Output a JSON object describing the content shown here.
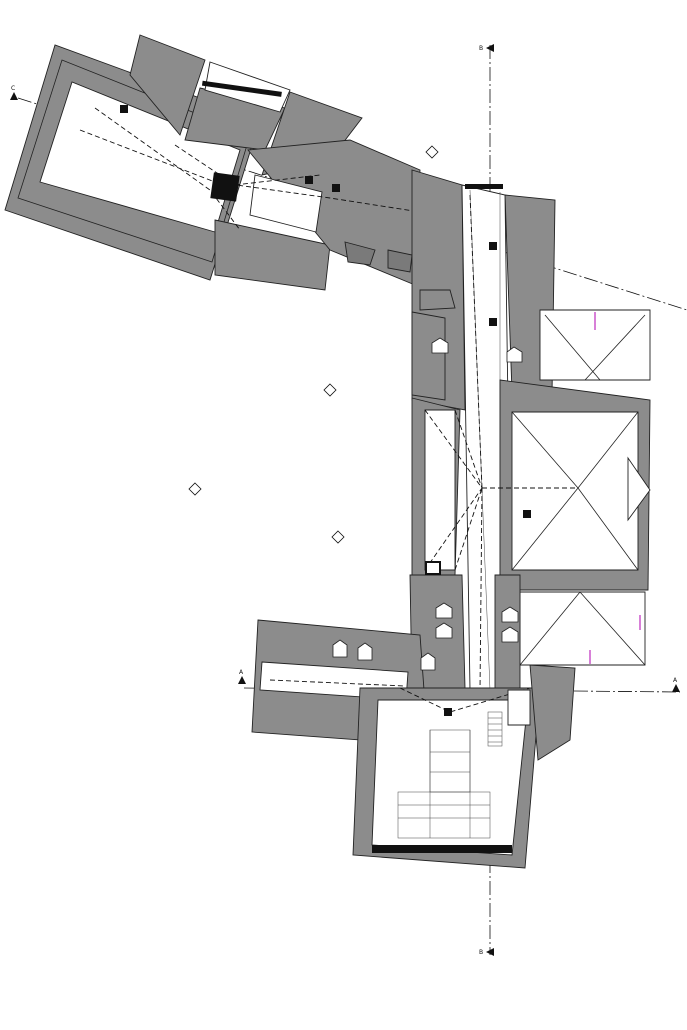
{
  "sections": {
    "c_label": "C",
    "a_left_label": "A",
    "a_right_label": "A",
    "b_top_label": "B",
    "b_bottom_label": "B"
  },
  "colors": {
    "roof": "#8c8c8c",
    "background": "#ffffff",
    "lines": "#111111",
    "accent": "#b000b0"
  },
  "icons": [
    "section-arrow-icon",
    "elevation-marker-icon",
    "roof-window-icon",
    "chimney-icon",
    "stair-icon"
  ]
}
